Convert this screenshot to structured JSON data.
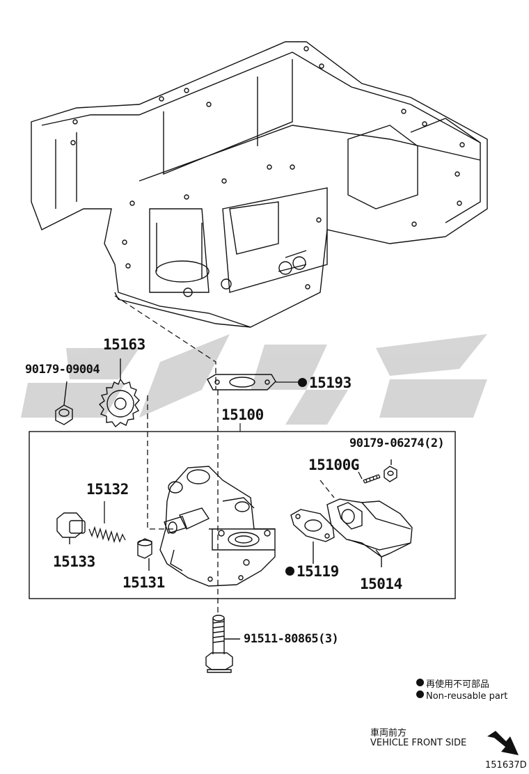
{
  "diagram": {
    "parts": {
      "p15163": "15163",
      "p90179_09004": "90179-09004",
      "p15193": "15193",
      "p15100": "15100",
      "p90179_06274": "90179-06274(2)",
      "p15100G": "15100G",
      "p15132": "15132",
      "p15133": "15133",
      "p15131": "15131",
      "p15119": "15119",
      "p15014": "15014",
      "p91511_80865": "91511-80865(3)"
    },
    "legend": {
      "jp": "再使用不可部品",
      "en": "Non-reusable part"
    },
    "direction": {
      "jp": "車両前方",
      "en": "VEHICLE FRONT SIDE"
    },
    "figure_id": "151637D"
  }
}
